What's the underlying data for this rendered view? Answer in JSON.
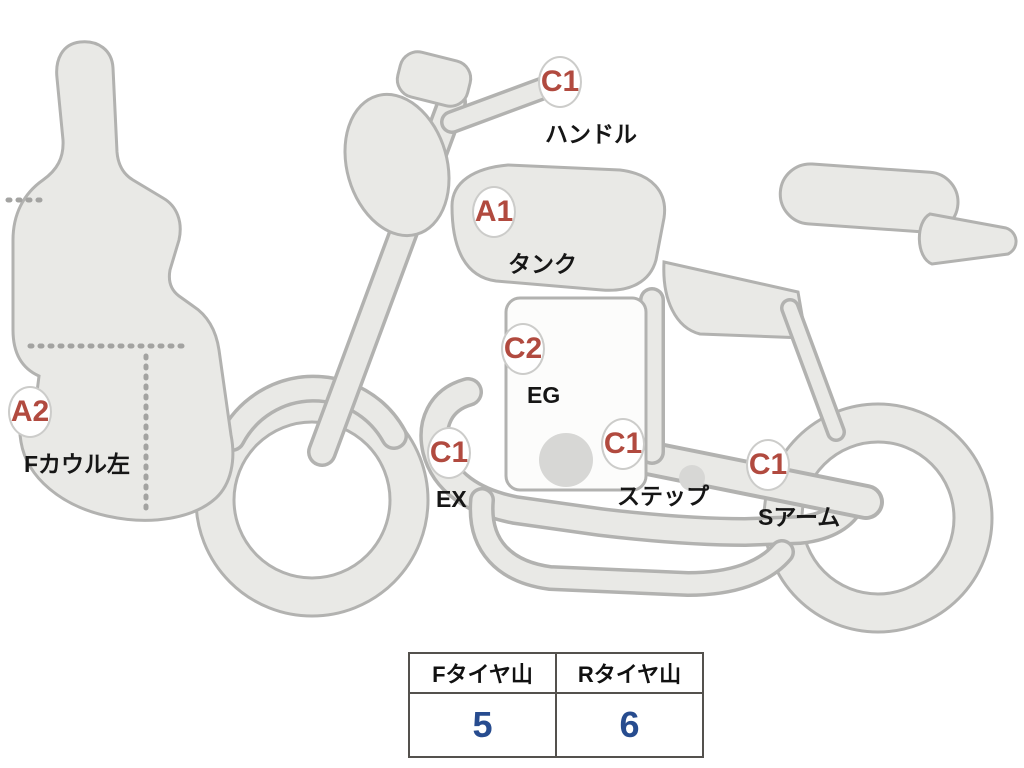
{
  "diagram_title": "motorcycle-condition-diagram",
  "labels": [
    {
      "id": "handlebar",
      "code": "C1",
      "name": "ハンドル"
    },
    {
      "id": "tank",
      "code": "A1",
      "name": "タンク"
    },
    {
      "id": "engine",
      "code": "C2",
      "name": "EG"
    },
    {
      "id": "front-cowl-left",
      "code": "A2",
      "name": "Fカウル左"
    },
    {
      "id": "exhaust",
      "code": "C1",
      "name": "EX"
    },
    {
      "id": "step",
      "code": "C1",
      "name": "ステップ"
    },
    {
      "id": "swing-arm",
      "code": "C1",
      "name": "Sアーム"
    }
  ],
  "tire_table": {
    "headers": [
      "Fタイヤ山",
      "Rタイヤ山"
    ],
    "values": [
      "5",
      "6"
    ]
  },
  "colors": {
    "code_text": "#b14a3f",
    "value_text": "#274c8f",
    "body_fill": "#e9e9e6",
    "body_stroke": "#b2b2b0"
  }
}
